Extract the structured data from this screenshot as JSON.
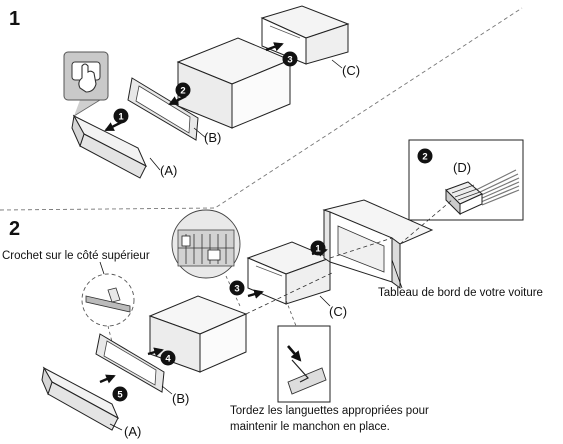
{
  "steps": {
    "one": "1",
    "two": "2"
  },
  "part_labels": {
    "a_top": "(A)",
    "b_top": "(B)",
    "c_top": "(C)",
    "c_bottom": "(C)",
    "b_bottom": "(B)",
    "a_bottom": "(A)",
    "d_connector": "(D)"
  },
  "badges": {
    "t1": "1",
    "t2": "2",
    "t3": "3",
    "d2": "2",
    "b1": "1",
    "b3": "3",
    "b4": "4",
    "b5": "5"
  },
  "captions": {
    "hook": "Crochet sur le côté supérieur",
    "dashboard": "Tableau de bord de votre voiture",
    "bend_line1": "Tordez les languettes appropriées pour",
    "bend_line2": "maintenir le manchon en place."
  },
  "icons": {
    "press": "hand-press-icon",
    "badge": "numbered-circle-icon",
    "arrow": "direction-arrow-icon"
  }
}
